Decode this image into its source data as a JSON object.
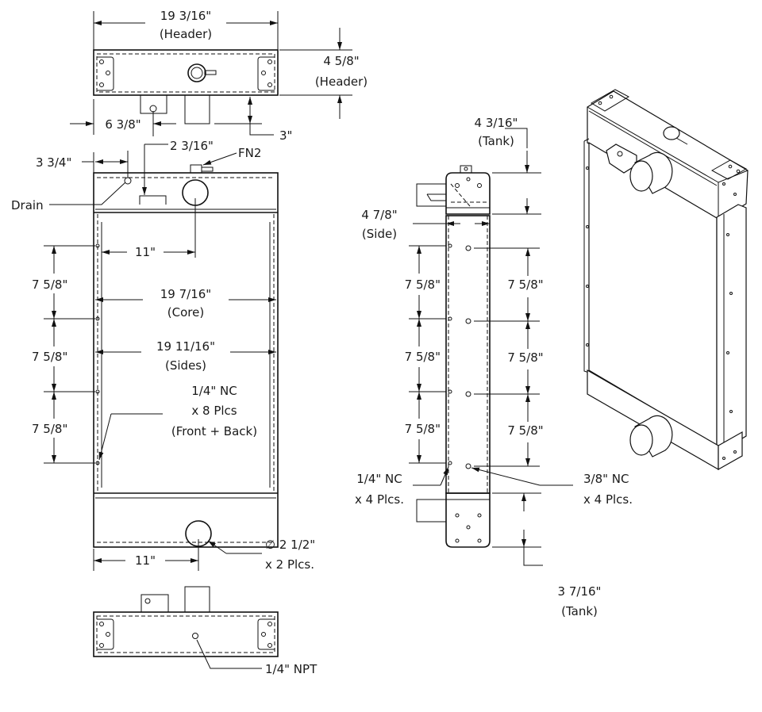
{
  "title": "Radiator dimension drawing",
  "top_view": {
    "width": "19 3/16\"",
    "width_note": "(Header)",
    "height": "4 5/8\"",
    "height_note": "(Header)",
    "offset": "6 3/8\"",
    "pipe_len": "3\""
  },
  "front_view": {
    "drain_offset": "3 3/4\"",
    "drain_label": "Drain",
    "drop": "2 3/16\"",
    "fn2": "FN2",
    "inlet_offset": "11\"",
    "spacing": [
      "7 5/8\"",
      "7 5/8\"",
      "7 5/8\""
    ],
    "core": "19 7/16\"",
    "core_note": "(Core)",
    "sides": "19 11/16\"",
    "sides_note": "(Sides)",
    "holes": [
      "1/4\" NC",
      "x 8 Plcs",
      "(Front + Back)"
    ],
    "outlet_offset": "11\"",
    "pipe_dia": "∅ 2 1/2\"",
    "pipe_qty": "x 2 Plcs."
  },
  "bottom_view": {
    "npt": "1/4\" NPT"
  },
  "side_view": {
    "top_tank": "4 3/16\"",
    "top_tank_note": "(Tank)",
    "side": "4 7/8\"",
    "side_note": "(Side)",
    "left_spacing": [
      "7 5/8\"",
      "7 5/8\"",
      "7 5/8\""
    ],
    "right_spacing": [
      "7 5/8\"",
      "7 5/8\"",
      "7 5/8\""
    ],
    "left_holes": [
      "1/4\" NC",
      "x 4 Plcs."
    ],
    "right_holes": [
      "3/8\" NC",
      "x 4 Plcs."
    ],
    "bottom_tank": "3 7/16\"",
    "bottom_tank_note": "(Tank)"
  }
}
